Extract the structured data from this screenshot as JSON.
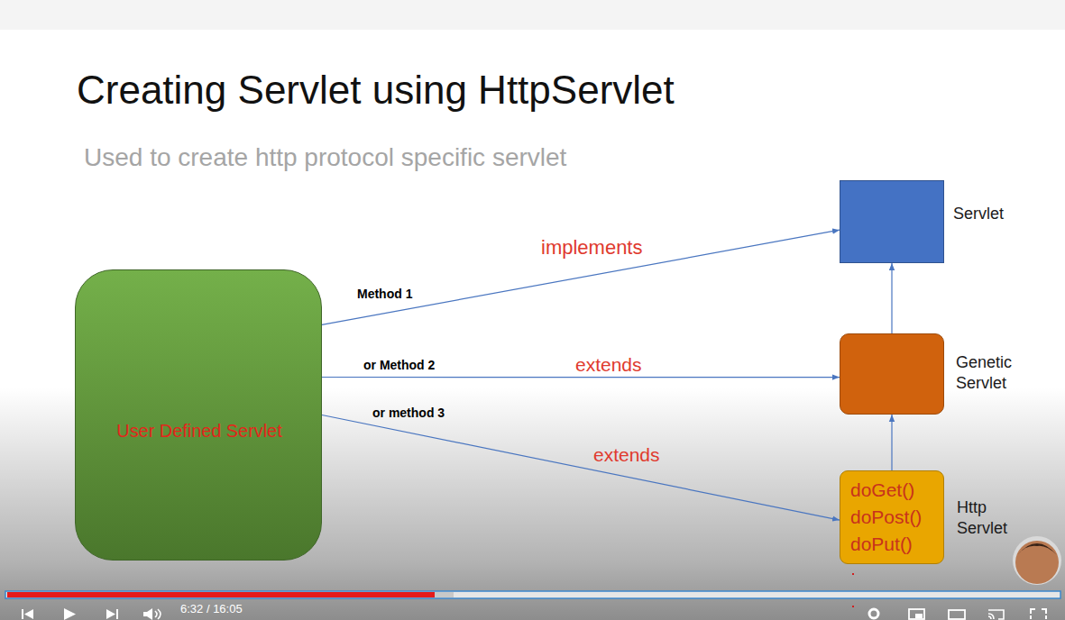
{
  "diagram": {
    "title": "Creating Servlet using HttpServlet",
    "nodes": [
      {
        "text": [
          "User Defined Servlet"
        ]
      },
      {
        "text": [
          "Servlet"
        ]
      },
      {
        "text": [
          "Genetic Servlet"
        ]
      },
      {
        "text": [
          "Http Servlet",
          "doGet()",
          "doPost()",
          "doPut()"
        ]
      }
    ],
    "edges": [
      {
        "from": 0,
        "to": 1,
        "label": "implements",
        "arrow": "to"
      },
      {
        "from": 0,
        "to": 2,
        "label": "extends",
        "arrow": "to"
      },
      {
        "from": 0,
        "to": 3,
        "label": "extends",
        "arrow": "to"
      },
      {
        "from": 2,
        "to": 1,
        "arrow": "to"
      },
      {
        "from": 3,
        "to": 2,
        "arrow": "to"
      }
    ],
    "labels": [
      "Used to create http protocol specific servlet",
      "Method 1",
      "or Method 2",
      "or method 3",
      "6:32 / 16:05"
    ]
  }
}
